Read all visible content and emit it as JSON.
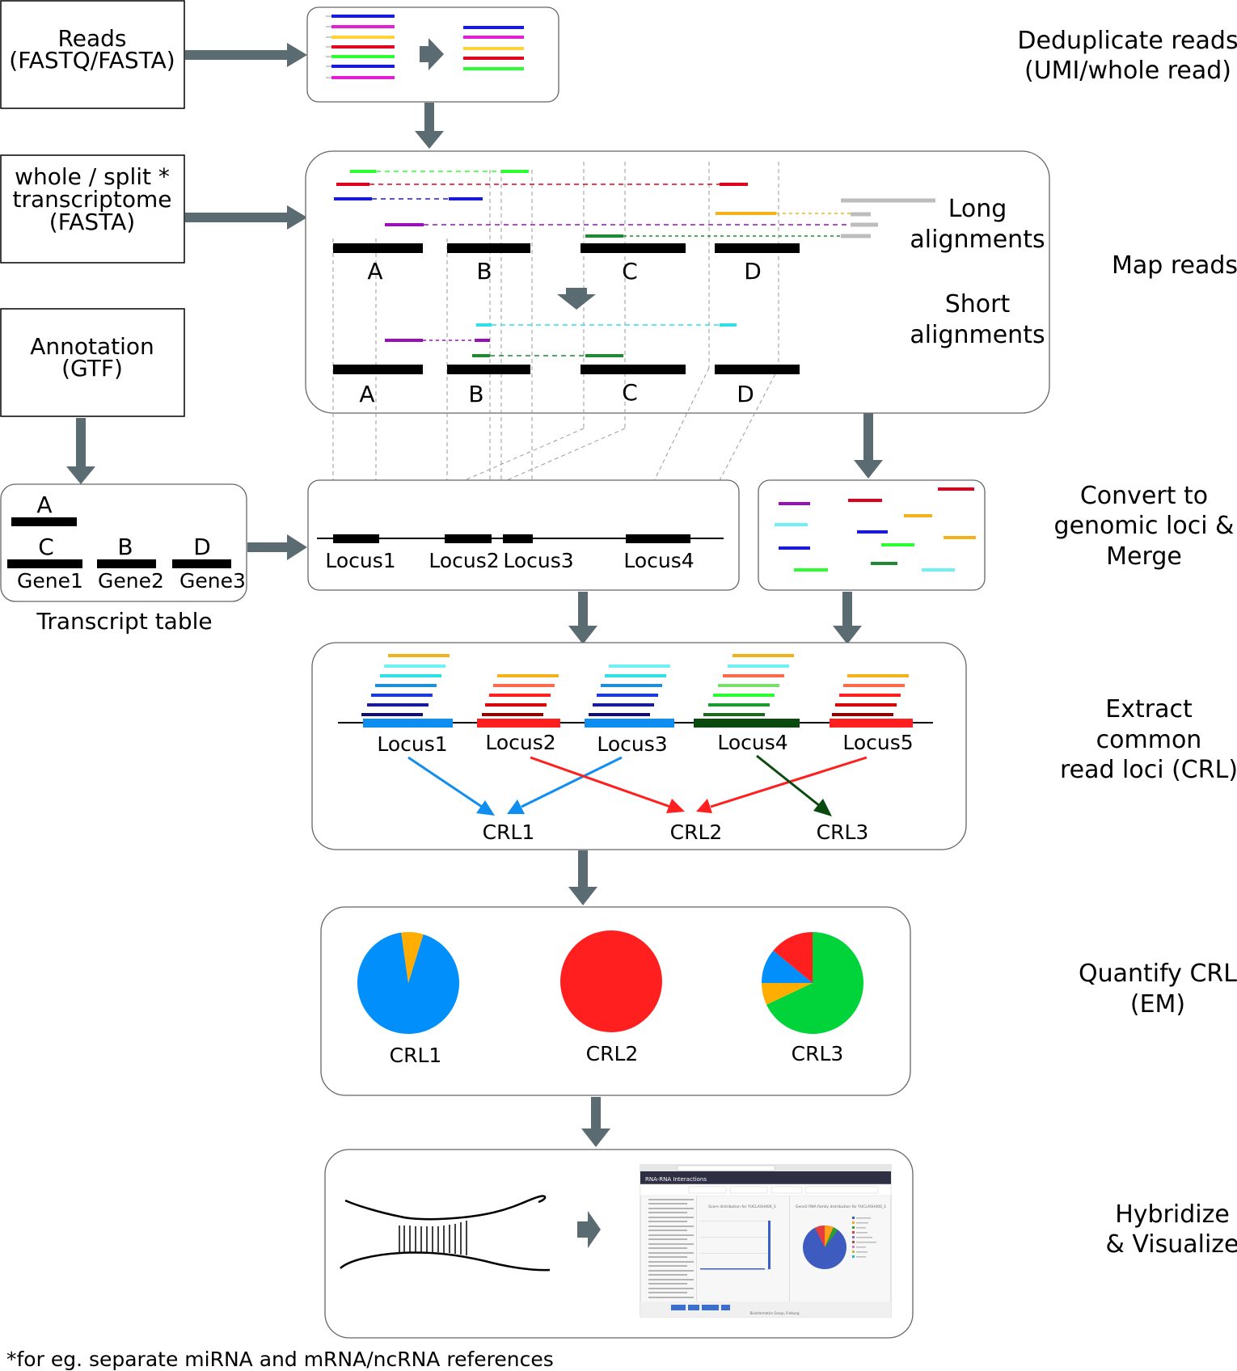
{
  "inputs": {
    "reads": [
      "Reads",
      "(FASTQ/FASTA)"
    ],
    "transcriptome": [
      "whole / split *",
      "transcriptome",
      "(FASTA)"
    ],
    "annotation": [
      "Annotation",
      "(GTF)"
    ]
  },
  "steps": {
    "dedup": [
      "Deduplicate reads",
      "(UMI/whole read)"
    ],
    "map": "Map reads",
    "convert": [
      "Convert to",
      "genomic loci &",
      "Merge"
    ],
    "extract": [
      "Extract",
      "common",
      "read loci (CRL)"
    ],
    "quantify": [
      "Quantify CRL",
      "(EM)"
    ],
    "visualize": [
      "Hybridize",
      "& Visualize"
    ]
  },
  "map_panel": {
    "long_label": [
      "Long",
      "alignments"
    ],
    "short_label": [
      "Short",
      "alignments"
    ],
    "transcripts": [
      "A",
      "B",
      "C",
      "D"
    ]
  },
  "transcript_table": {
    "caption": "Transcript table",
    "transcripts": [
      "A",
      "C",
      "B",
      "D"
    ],
    "genes": [
      "Gene1",
      "Gene2",
      "Gene3"
    ]
  },
  "loci_panel": {
    "loci": [
      "Locus1",
      "Locus2",
      "Locus3",
      "Locus4"
    ]
  },
  "crl_panel": {
    "loci": [
      "Locus1",
      "Locus2",
      "Locus3",
      "Locus4",
      "Locus5"
    ],
    "crls": [
      "CRL1",
      "CRL2",
      "CRL3"
    ]
  },
  "quant_panel": {
    "pies": [
      {
        "label": "CRL1",
        "slices": [
          {
            "value": 0.93,
            "color": "#008ffb"
          },
          {
            "value": 0.07,
            "color": "#ffad00"
          }
        ]
      },
      {
        "label": "CRL2",
        "slices": [
          {
            "value": 1.0,
            "color": "#ff1f1f"
          }
        ]
      },
      {
        "label": "CRL3",
        "slices": [
          {
            "value": 0.68,
            "color": "#00d43a"
          },
          {
            "value": 0.07,
            "color": "#ffad00"
          },
          {
            "value": 0.11,
            "color": "#008ffb"
          },
          {
            "value": 0.14,
            "color": "#ff1f1f"
          }
        ]
      }
    ]
  },
  "screenshot": {
    "title": "RNA-RNA Interactions",
    "chart1_title": "Score distribution for YUCLASH400_1",
    "chart2_title": "Gene2 RNA family distribution for YUCLASH400_1",
    "footer": "Bioinformatics Group, Freiburg"
  },
  "footnote": "*for eg. separate miRNA and mRNA/ncRNA references"
}
